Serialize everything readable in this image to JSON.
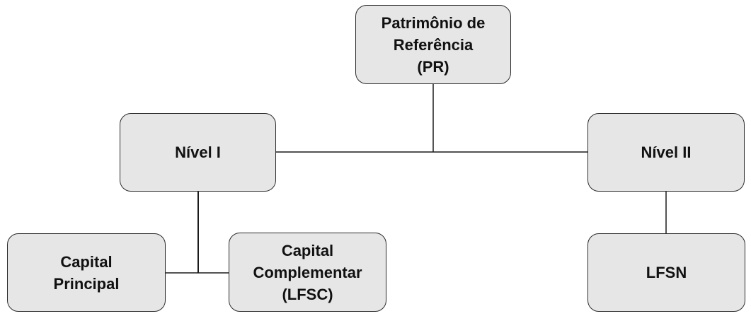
{
  "diagram": {
    "nodes": {
      "pr": {
        "label": "Patrimônio de\nReferência\n(PR)"
      },
      "nivel1": {
        "label": "Nível I"
      },
      "nivel2": {
        "label": "Nível II"
      },
      "capital_principal": {
        "label": "Capital\nPrincipal"
      },
      "capital_complementar": {
        "label": "Capital\nComplementar\n(LFSC)"
      },
      "lfsn": {
        "label": "LFSN"
      }
    },
    "edges": [
      {
        "from": "pr",
        "to": "nivel1"
      },
      {
        "from": "pr",
        "to": "nivel2"
      },
      {
        "from": "nivel1",
        "to": "capital_principal"
      },
      {
        "from": "nivel1",
        "to": "capital_complementar"
      },
      {
        "from": "nivel2",
        "to": "lfsn"
      }
    ],
    "colors": {
      "node_fill": "#e6e6e6",
      "node_border": "#2b2b2b",
      "connector": "#1a1a1a",
      "text": "#111111"
    }
  }
}
